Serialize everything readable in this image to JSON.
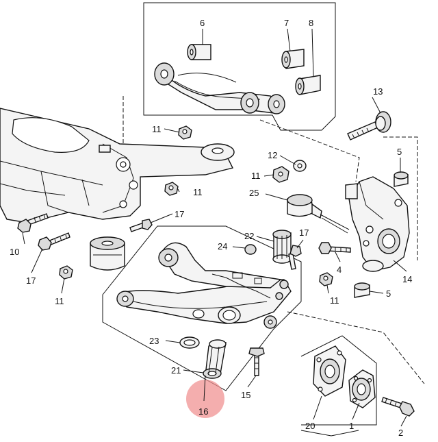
{
  "labels": {
    "l1": "1",
    "l2": "2",
    "l4": "4",
    "l5a": "5",
    "l5b": "5",
    "l6": "6",
    "l7": "7",
    "l8": "8",
    "l10": "10",
    "l11a": "11",
    "l11b": "11",
    "l11c": "11",
    "l11d": "11",
    "l11e": "11",
    "l12": "12",
    "l13": "13",
    "l14": "14",
    "l15": "15",
    "l16": "16",
    "l17a": "17",
    "l17b": "17",
    "l17c": "17",
    "l20": "20",
    "l21": "21",
    "l22": "22",
    "l23": "23",
    "l24": "24",
    "l25": "25"
  },
  "highlight": {
    "part": "16",
    "color": "#f08f8f"
  }
}
